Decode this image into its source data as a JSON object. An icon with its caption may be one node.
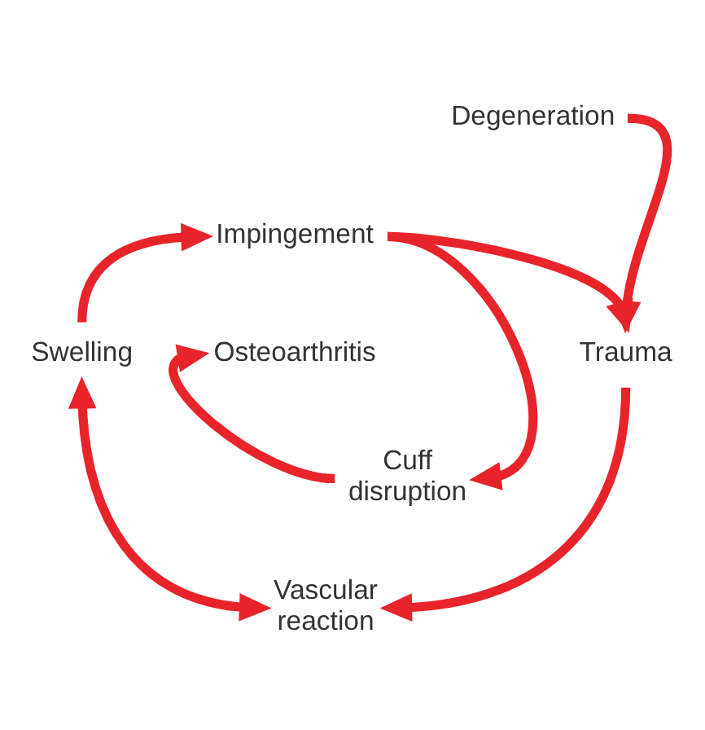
{
  "diagram": {
    "nodes": [
      {
        "text": [
          "Degeneration"
        ]
      },
      {
        "text": [
          "Impingement"
        ]
      },
      {
        "text": [
          "Osteoarthritis"
        ]
      },
      {
        "text": [
          "Swelling"
        ]
      },
      {
        "text": [
          "Trauma"
        ]
      },
      {
        "text": [
          "Cuff disruption"
        ]
      },
      {
        "text": [
          "Vascular reaction"
        ]
      }
    ],
    "edges": [
      {
        "from": 0,
        "to": 4,
        "arrow": "to"
      },
      {
        "from": 1,
        "to": 4,
        "arrow": "to"
      },
      {
        "from": 1,
        "to": 5,
        "arrow": "to"
      },
      {
        "from": 5,
        "to": 2,
        "arrow": "to"
      },
      {
        "from": 4,
        "to": 6,
        "arrow": "to"
      },
      {
        "from": 3,
        "to": 6,
        "arrow": "both"
      },
      {
        "from": 3,
        "to": 1,
        "arrow": "to"
      }
    ]
  }
}
